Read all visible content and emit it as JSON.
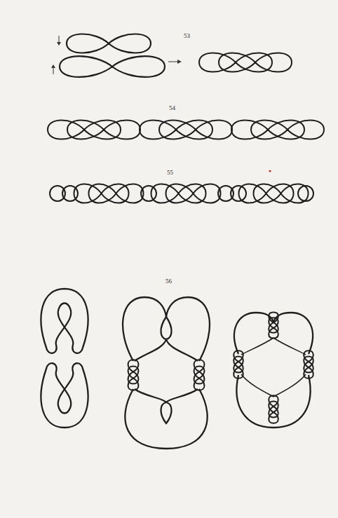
{
  "diagram": {
    "labels": [
      "53",
      "54",
      "55",
      "56"
    ]
  }
}
